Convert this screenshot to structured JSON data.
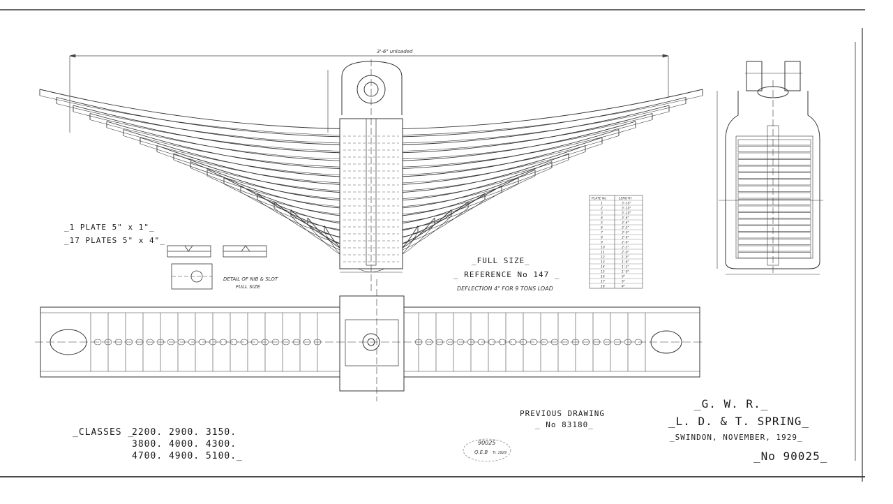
{
  "overall_length_label": "3'-6\" unloaded",
  "plates": {
    "line1": "_1 PLATE  5\" x 1\"_",
    "line2": "_17 PLATES  5\" x 4\"_"
  },
  "detail": {
    "line1": "DETAIL OF NIB & SLOT",
    "line2": "FULL SIZE"
  },
  "center": {
    "full_size": "_FULL SIZE_",
    "reference": "_ REFERENCE No 147 _",
    "deflection": "DEFLECTION 4\" FOR 9 TONS LOAD"
  },
  "plate_table": {
    "headers": [
      "PLATE No",
      "LENGTH"
    ],
    "rows": [
      [
        "1",
        "3'-10\""
      ],
      [
        "2",
        "3'-10\""
      ],
      [
        "3",
        "3'-10\""
      ],
      [
        "4",
        "3'-6\""
      ],
      [
        "5",
        "3'-4\""
      ],
      [
        "6",
        "3'-2\""
      ],
      [
        "7",
        "3'-0\""
      ],
      [
        "8",
        "2'-9\""
      ],
      [
        "9",
        "2'-6\""
      ],
      [
        "10",
        "2'-3\""
      ],
      [
        "11",
        "2'-0\""
      ],
      [
        "12",
        "1'-9\""
      ],
      [
        "13",
        "1'-6\""
      ],
      [
        "14",
        "1'-3\""
      ],
      [
        "15",
        "1'-0\""
      ],
      [
        "16",
        "9\""
      ],
      [
        "17",
        "6\""
      ],
      [
        "18",
        "4\""
      ]
    ]
  },
  "classes": {
    "label": "_CLASSES _",
    "line1": "2200. 2900. 3150.",
    "line2": "3800. 4000. 4300.",
    "line3": "4700. 4900. 5100._"
  },
  "previous_drawing": {
    "label": "PREVIOUS DRAWING",
    "number": "_ No 83180_"
  },
  "stamp": {
    "line1": "90025",
    "line2": "Q.E.B",
    "line3": "Tr. 1929"
  },
  "title_block": {
    "railway": "_G. W. R._",
    "title": "_L. D. & T. SPRING_",
    "place_date": "_SWINDON, NOVEMBER, 1929_",
    "drawing_no": "_No 90025_"
  }
}
